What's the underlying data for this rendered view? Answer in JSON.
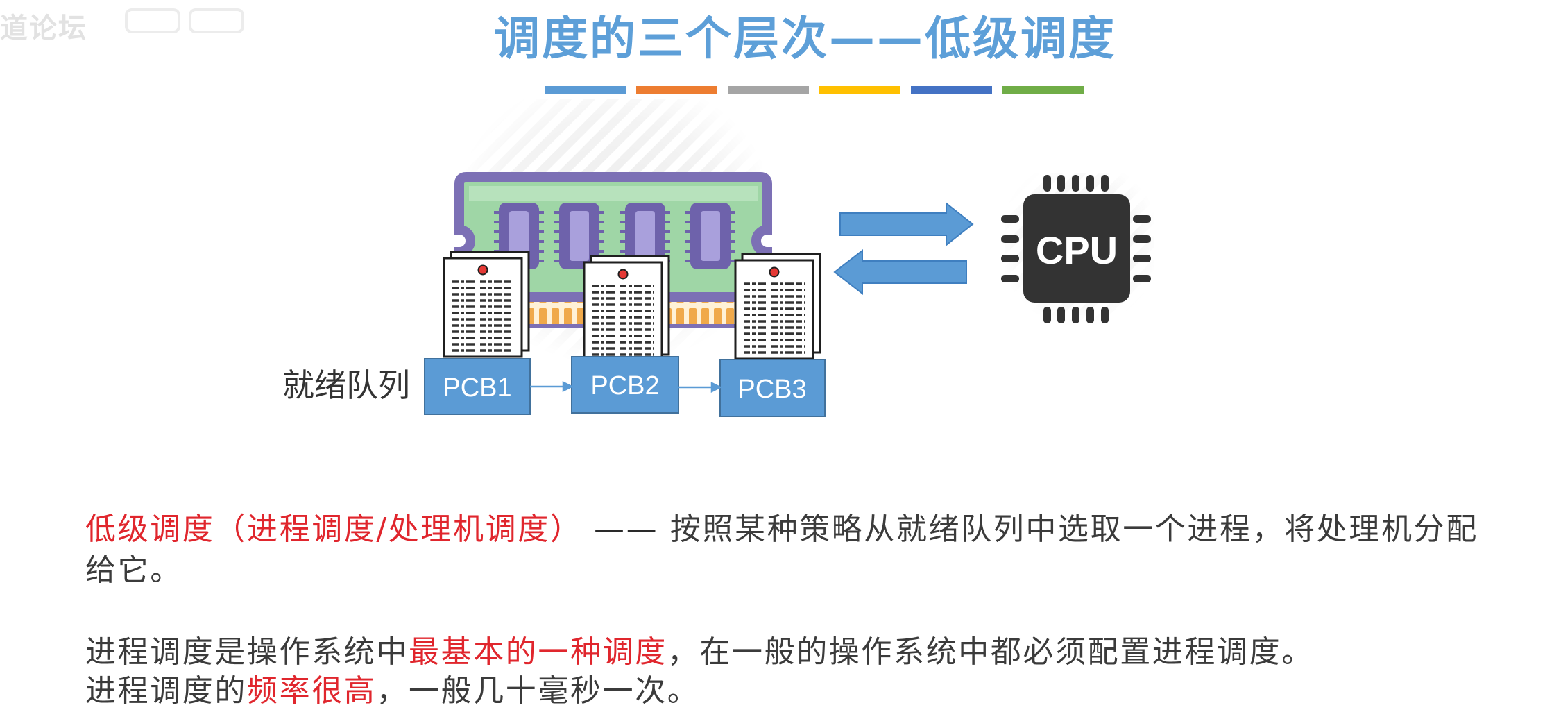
{
  "watermark": {
    "text": "道论坛",
    "logo_icon": "bilibili-logo-icon"
  },
  "slide": {
    "title": "调度的三个层次——低级调度",
    "title_color": "#5d9fd8",
    "accent_bars": [
      "#5b9bd5",
      "#ed7d31",
      "#a5a5a5",
      "#ffc000",
      "#4472c4",
      "#70ad47"
    ]
  },
  "diagram": {
    "memory_icon": "ram-memory-icon",
    "document_icon": "pcb-document-icon",
    "queue_label": "就绪队列",
    "pcbs": [
      {
        "label": "PCB1"
      },
      {
        "label": "PCB2"
      },
      {
        "label": "PCB3"
      }
    ],
    "cpu": {
      "label": "CPU",
      "icon": "cpu-chip-icon"
    },
    "arrow_icons": [
      "arrow-right-icon",
      "arrow-left-icon"
    ]
  },
  "text": {
    "definition": {
      "term": "低级调度（进程调度/处理机调度）",
      "dash": " —— ",
      "line1_rest": "按照某种策略从就绪队列中选取一个进程，将处理机分配",
      "line2": "给它。"
    },
    "note1": {
      "before": "进程调度是操作系统中",
      "highlight": "最基本的一种调度",
      "after": "，在一般的操作系统中都必须配置进程调度。"
    },
    "note2": {
      "before": "进程调度的",
      "highlight": "频率很高",
      "after": "，一般几十毫秒一次。"
    }
  },
  "colors": {
    "highlight": "#e0262d",
    "body_text": "#3b3b3b",
    "pcb_fill": "#5b9bd5",
    "arrow_fill": "#5b9bd5",
    "cpu_body": "#333333"
  }
}
